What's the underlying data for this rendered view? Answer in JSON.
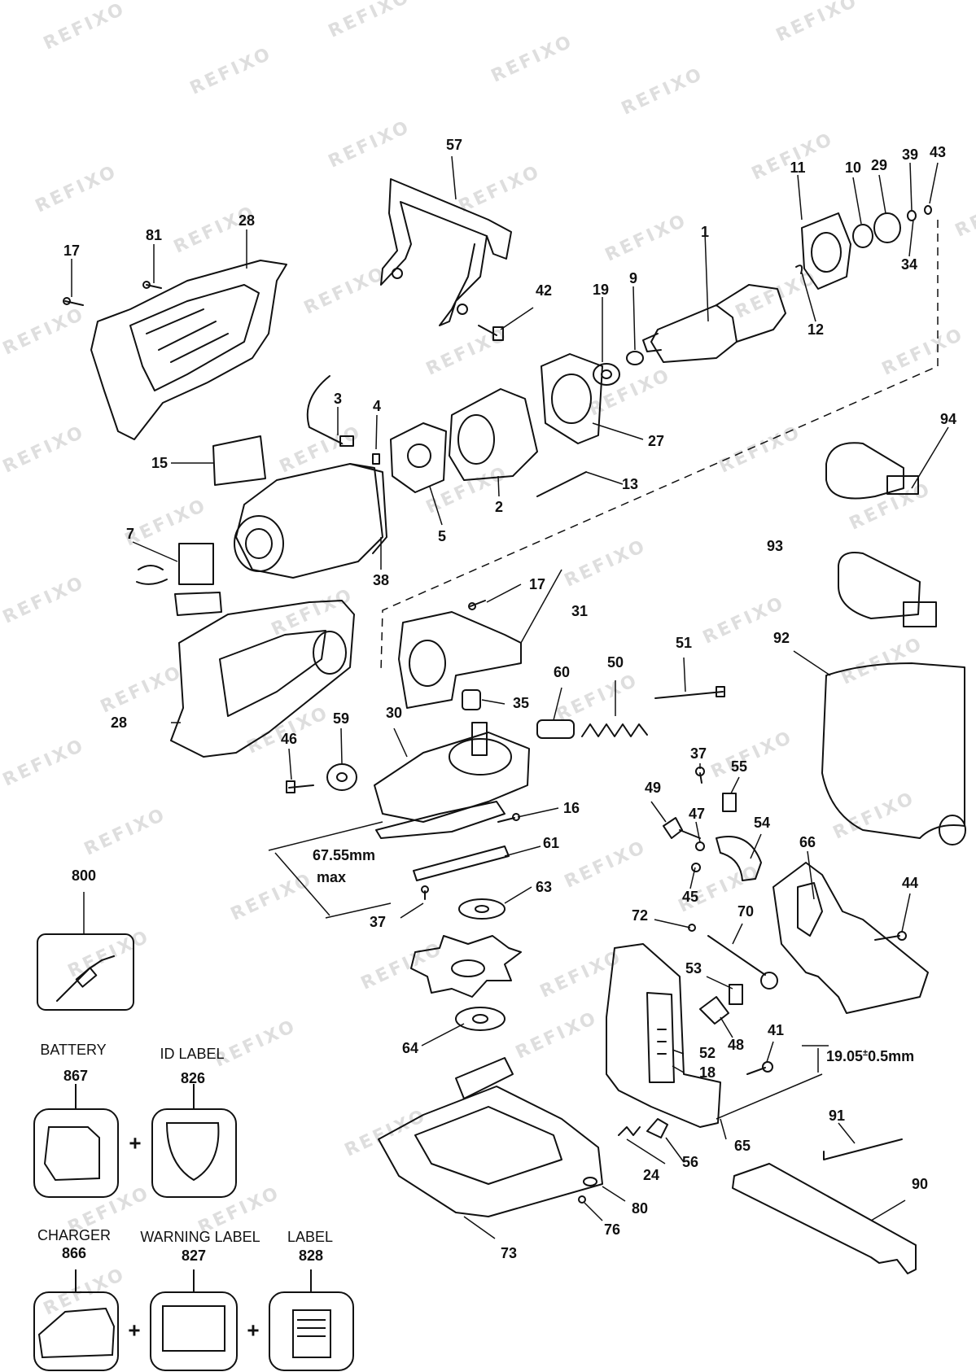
{
  "watermark": "REFIXO",
  "callouts": {
    "c57": "57",
    "c17a": "17",
    "c81": "81",
    "c28a": "28",
    "c42": "42",
    "c1": "1",
    "c19": "19",
    "c9": "9",
    "c11": "11",
    "c10": "10",
    "c29": "29",
    "c39": "39",
    "c43": "43",
    "c34": "34",
    "c12": "12",
    "c3": "3",
    "c4": "4",
    "c15": "15",
    "c5": "5",
    "c2": "2",
    "c27": "27",
    "c13": "13",
    "c94": "94",
    "c7": "7",
    "c38": "38",
    "c17b": "17",
    "c31": "31",
    "c93": "93",
    "c92": "92",
    "c51": "51",
    "c50": "50",
    "c60": "60",
    "c35": "35",
    "c30": "30",
    "c28b": "28",
    "c46": "46",
    "c59": "59",
    "c16": "16",
    "c37a": "37",
    "c55": "55",
    "c49": "49",
    "c47": "47",
    "c54": "54",
    "c66": "66",
    "c61": "61",
    "c44": "44",
    "c800": "800",
    "c45": "45",
    "c63": "63",
    "c37b": "37",
    "c72": "72",
    "c70": "70",
    "c53": "53",
    "c48": "48",
    "c41": "41",
    "c52": "52",
    "c18": "18",
    "c64": "64",
    "c65": "65",
    "c91": "91",
    "c24": "24",
    "c56": "56",
    "c80": "80",
    "c73": "73",
    "c76": "76",
    "c90": "90"
  },
  "dimensions": {
    "depth_value": "67.55mm",
    "depth_qualifier": "max",
    "offset": "19.05",
    "offset_tolerance": "±",
    "offset_tol_value": "0.5mm"
  },
  "kits": {
    "battery": {
      "title": "BATTERY",
      "number": "867"
    },
    "id_label": {
      "title": "ID LABEL",
      "number": "826"
    },
    "charger": {
      "title": "CHARGER",
      "number": "866"
    },
    "warning_label": {
      "title": "WARNING LABEL",
      "number": "827"
    },
    "label": {
      "title": "LABEL",
      "number": "828"
    },
    "plus": "+"
  }
}
